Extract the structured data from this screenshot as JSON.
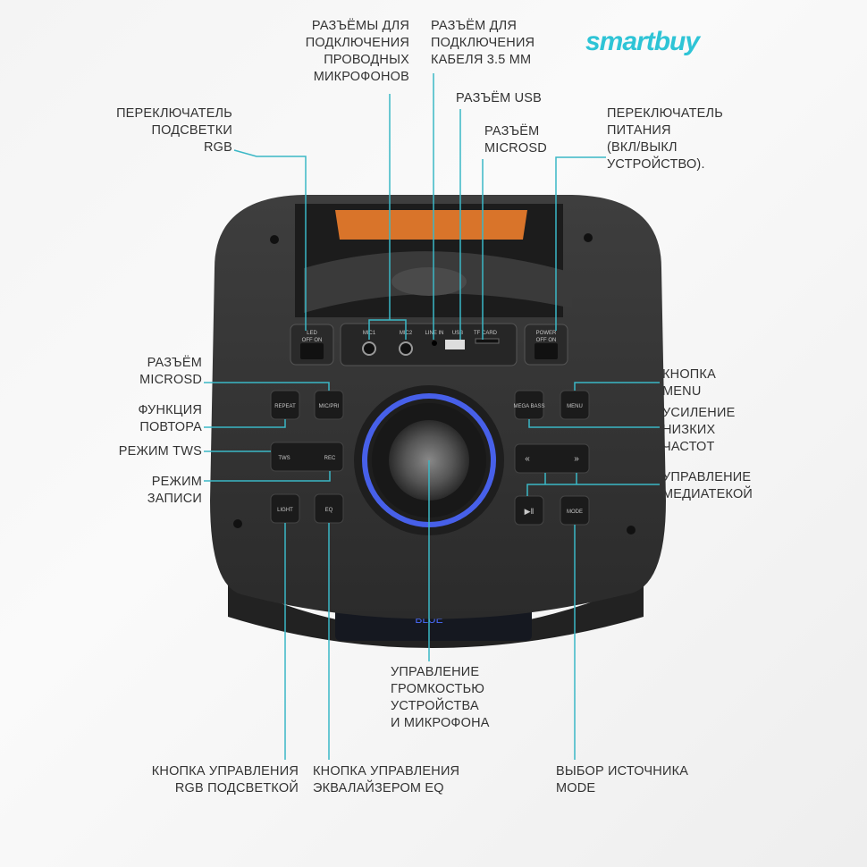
{
  "brand": "smartbuy",
  "accent": "#3ab7c6",
  "labels": {
    "mic_jacks": [
      "РАЗЪЁМЫ ДЛЯ",
      "ПОДКЛЮЧЕНИЯ",
      "ПРОВОДНЫХ",
      "МИКРОФОНОВ"
    ],
    "aux_jack": [
      "РАЗЪЁМ ДЛЯ",
      "ПОДКЛЮЧЕНИЯ",
      "КАБЕЛЯ 3.5 ММ"
    ],
    "usb": [
      "РАЗЪЁМ USB"
    ],
    "microsd_top": [
      "РАЗЪЁМ",
      "MICROSD"
    ],
    "rgb_switch": [
      "ПЕРЕКЛЮЧАТЕЛЬ",
      "ПОДСВЕТКИ",
      "RGB"
    ],
    "power_switch": [
      "ПЕРЕКЛЮЧАТЕЛЬ",
      "ПИТАНИЯ",
      "(ВКЛ/ВЫКЛ",
      "УСТРОЙСТВО)."
    ],
    "microsd_left": [
      "РАЗЪЁМ",
      "MICROSD"
    ],
    "repeat": [
      "ФУНКЦИЯ",
      "ПОВТОРА"
    ],
    "tws": [
      "РЕЖИМ TWS"
    ],
    "rec": [
      "РЕЖИМ",
      "ЗАПИСИ"
    ],
    "menu": [
      "КНОПКА",
      "MENU"
    ],
    "bass": [
      "УСИЛЕНИЕ",
      "НИЗКИХ",
      "ЧАСТОТ"
    ],
    "media": [
      "УПРАВЛЕНИЕ",
      "МЕДИАТЕКОЙ"
    ],
    "volume": [
      "УПРАВЛЕНИЕ",
      "ГРОМКОСТЬЮ",
      "УСТРОЙСТВА",
      "И МИКРОФОНА"
    ],
    "rgb_button": [
      "КНОПКА УПРАВЛЕНИЯ",
      "RGB ПОДСВЕТКОЙ"
    ],
    "eq_button": [
      "КНОПКА УПРАВЛЕНИЯ",
      "ЭКВАЛАЙЗЕРОМ EQ"
    ],
    "mode_button": [
      "ВЫБОР ИСТОЧНИКА",
      "MODE"
    ]
  },
  "device": {
    "led": "LED",
    "off_on": "OFF  ON",
    "power": "POWER",
    "mic1": "MIC1",
    "mic2": "MIC2",
    "line_in": "LINE IN",
    "usb": "USB",
    "tf_card": "TF CARD",
    "repeat": "REPEAT",
    "micpri": "MIC/PRI",
    "tws": "TWS",
    "rec": "REC",
    "light": "LIGHT",
    "eq": "EQ",
    "mega_bass": "MEGA BASS",
    "menu": "MENU",
    "mode": "MODE",
    "display": "BLUE"
  }
}
